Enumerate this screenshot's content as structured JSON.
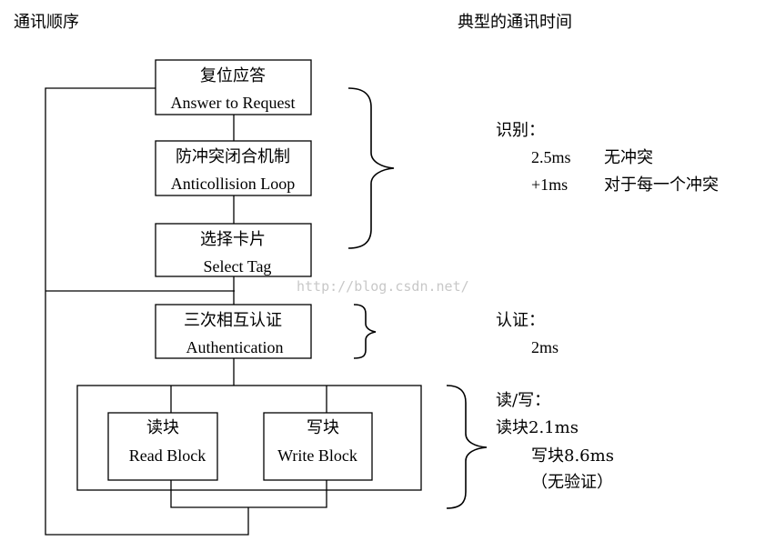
{
  "headers": {
    "left": "通讯顺序",
    "right": "典型的通讯时间"
  },
  "steps": {
    "answer": {
      "zh": "复位应答",
      "en": "Answer to Request"
    },
    "anticollision": {
      "zh": "防冲突闭合机制",
      "en": "Anticollision Loop"
    },
    "select": {
      "zh": "选择卡片",
      "en": "Select Tag"
    },
    "auth": {
      "zh": "三次相互认证",
      "en": "Authentication"
    },
    "read": {
      "zh": "读块",
      "en": "Read Block"
    },
    "write": {
      "zh": "写块",
      "en": "Write Block"
    }
  },
  "timing": {
    "identify": {
      "title": "识别：",
      "row1_time": "2.5ms",
      "row1_note": "无冲突",
      "row2_time": "+1ms",
      "row2_note": "对于每一个冲突"
    },
    "auth": {
      "title": "认证：",
      "time": "2ms"
    },
    "rw": {
      "title": "读/写：",
      "read": "读块2.1ms",
      "write": "写块8.6ms",
      "note": "（无验证）"
    }
  },
  "watermark": "http://blog.csdn.net/"
}
